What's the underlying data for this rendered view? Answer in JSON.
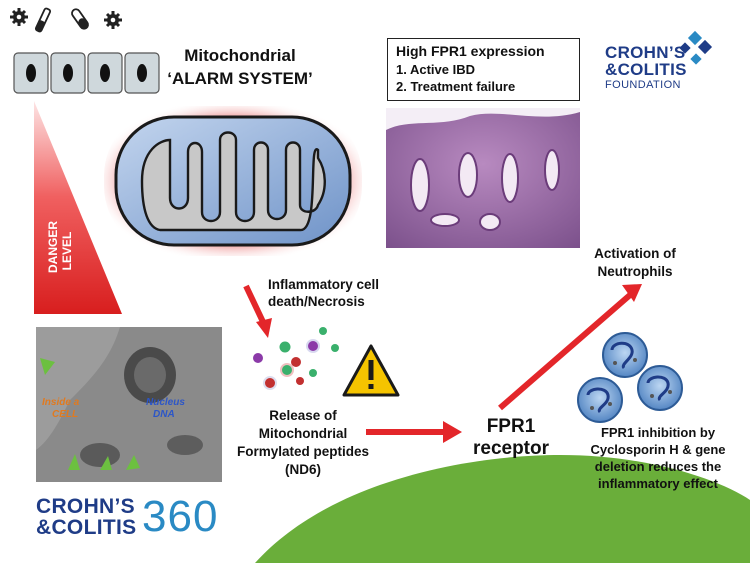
{
  "mito_title": {
    "line1": "Mitochondrial",
    "line2": "‘ALARM SYSTEM’"
  },
  "fpr1_box": {
    "heading": "High FPR1 expression",
    "items": [
      "1.   Active IBD",
      "2.   Treatment failure"
    ]
  },
  "cf_foundation_logo": {
    "line1": "CROHN’S",
    "line2": "&COLITIS",
    "line3": "FOUNDATION"
  },
  "danger_level": {
    "line1": "DANGER",
    "line2": "LEVEL"
  },
  "em_image": {
    "label_left_1": "Inside a",
    "label_left_2": "CELL",
    "label_right_1": "Nucleus",
    "label_right_2": "DNA"
  },
  "labels": {
    "death_line1": "Inflammatory cell",
    "death_line2": "death/Necrosis",
    "release_line1": "Release of",
    "release_line2": "Mitochondrial",
    "release_line3": "Formylated peptides",
    "release_line4": "(ND6)",
    "receptor_line1": "FPR1",
    "receptor_line2": "receptor",
    "neutro_line1": "Activation of",
    "neutro_line2": "Neutrophils",
    "inhib_line1": "FPR1 inhibition by",
    "inhib_line2": "Cyclosporin H & gene",
    "inhib_line3": "deletion reduces the",
    "inhib_line4": "inflammatory effect"
  },
  "c360_logo": {
    "line1": "CROHN’S",
    "line2": "&COLITIS",
    "number": "360"
  },
  "colors": {
    "arrow_red": "#e3262a",
    "brand_navy": "#1f3c87",
    "brand_blue": "#2a8ac4",
    "green_arc": "#6aae3a",
    "mito_blue": "#8fb0d9"
  }
}
